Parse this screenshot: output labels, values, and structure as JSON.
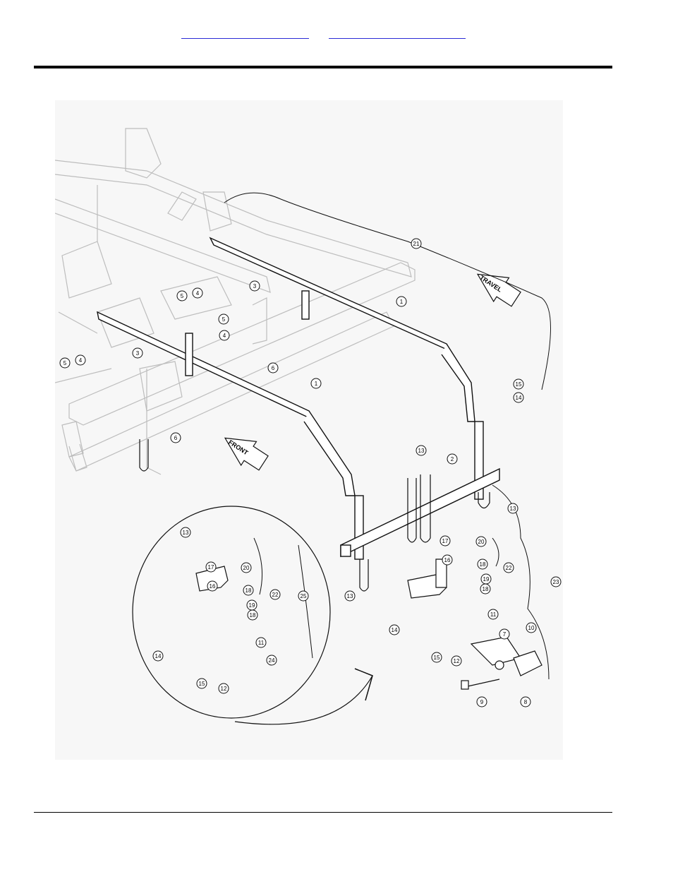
{
  "header": {
    "link_left": "",
    "link_right": ""
  },
  "arrows": {
    "travel": "TRAVEL",
    "front": "FRONT"
  },
  "callouts": [
    {
      "id": "c21",
      "n": "21"
    },
    {
      "id": "c1a",
      "n": "1"
    },
    {
      "id": "c1b",
      "n": "1"
    },
    {
      "id": "c3a",
      "n": "3"
    },
    {
      "id": "c3b",
      "n": "3"
    },
    {
      "id": "c4a",
      "n": "4"
    },
    {
      "id": "c4b",
      "n": "4"
    },
    {
      "id": "c4c",
      "n": "4"
    },
    {
      "id": "c5a",
      "n": "5"
    },
    {
      "id": "c5b",
      "n": "5"
    },
    {
      "id": "c5c",
      "n": "5"
    },
    {
      "id": "c6a",
      "n": "6"
    },
    {
      "id": "c6b",
      "n": "6"
    },
    {
      "id": "c15a",
      "n": "15"
    },
    {
      "id": "c14a",
      "n": "14"
    },
    {
      "id": "c2",
      "n": "2"
    },
    {
      "id": "c13a",
      "n": "13"
    },
    {
      "id": "c13b",
      "n": "13"
    },
    {
      "id": "c13c",
      "n": "13"
    },
    {
      "id": "c13d",
      "n": "13"
    },
    {
      "id": "c17a",
      "n": "17"
    },
    {
      "id": "c20a",
      "n": "20"
    },
    {
      "id": "c16a",
      "n": "16"
    },
    {
      "id": "c18a",
      "n": "18"
    },
    {
      "id": "c19a",
      "n": "19"
    },
    {
      "id": "c18b",
      "n": "18"
    },
    {
      "id": "c22a",
      "n": "22"
    },
    {
      "id": "c23",
      "n": "23"
    },
    {
      "id": "c14b",
      "n": "14"
    },
    {
      "id": "c15b",
      "n": "15"
    },
    {
      "id": "c11a",
      "n": "11"
    },
    {
      "id": "c7",
      "n": "7"
    },
    {
      "id": "c10",
      "n": "10"
    },
    {
      "id": "c12a",
      "n": "12"
    },
    {
      "id": "c9",
      "n": "9"
    },
    {
      "id": "c8",
      "n": "8"
    },
    {
      "id": "c17b",
      "n": "17"
    },
    {
      "id": "c20b",
      "n": "20"
    },
    {
      "id": "c16b",
      "n": "16"
    },
    {
      "id": "c18c",
      "n": "18"
    },
    {
      "id": "c19b",
      "n": "19"
    },
    {
      "id": "c18d",
      "n": "18"
    },
    {
      "id": "c22b",
      "n": "22"
    },
    {
      "id": "c25",
      "n": "25"
    },
    {
      "id": "c14c",
      "n": "14"
    },
    {
      "id": "c15c",
      "n": "15"
    },
    {
      "id": "c11b",
      "n": "11"
    },
    {
      "id": "c24",
      "n": "24"
    },
    {
      "id": "c12b",
      "n": "12"
    }
  ]
}
